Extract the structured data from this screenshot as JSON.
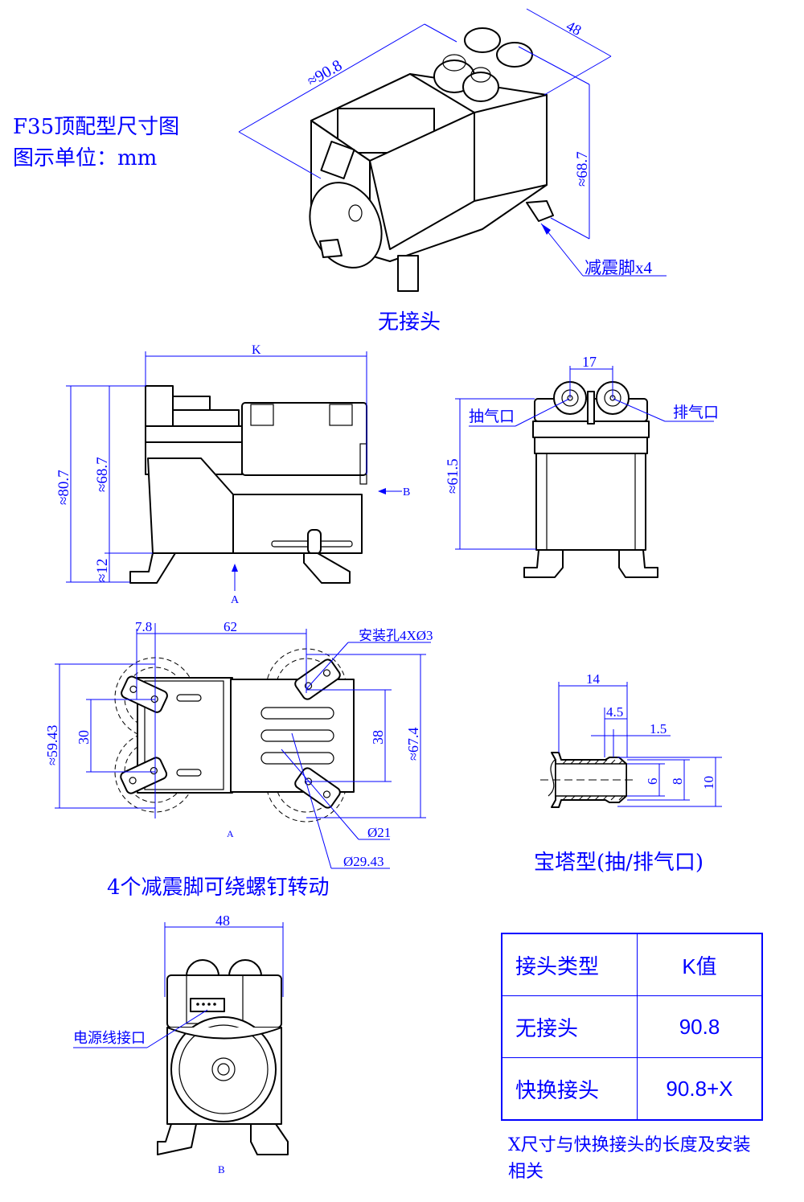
{
  "header": {
    "title": "F35顶配型尺寸图",
    "unit_line": "图示单位：mm"
  },
  "iso_view": {
    "dim_length": "≈90.8",
    "dim_width": "48",
    "dim_height": "≈68.7",
    "feet_label": "减震脚x4",
    "caption": "无接头"
  },
  "side_view": {
    "dim_k": "K",
    "dim_total_height": "≈80.7",
    "dim_body_height": "≈68.7",
    "dim_feet_height": "≈12",
    "arrow_a": "A",
    "arrow_b": "B"
  },
  "front_view": {
    "dim_port_spacing": "17",
    "dim_height": "≈61.5",
    "inlet_label": "抽气口",
    "outlet_label": "排气口"
  },
  "bottom_view": {
    "dim_offset": "7.8",
    "dim_hole_spacing_x": "62",
    "dim_left_holes": "30",
    "dim_right_holes": "38",
    "dim_outer_left": "≈59.43",
    "dim_outer_right": "≈67.4",
    "mount_hole_label": "安装孔4XØ3",
    "dia_inner": "Ø21",
    "dia_outer": "Ø29.43",
    "view_label": "A",
    "caption": "4个减震脚可绕螺钉转动"
  },
  "pagoda_fitting": {
    "dim_length": "14",
    "dim_barb": "4.5",
    "dim_step": "1.5",
    "dim_id": "6",
    "dim_od": "8",
    "dim_barb_od": "10",
    "caption": "宝塔型(抽/排气口)"
  },
  "rear_view": {
    "dim_width": "48",
    "connector_label": "电源线接口",
    "view_label": "B"
  },
  "k_table": {
    "headers": [
      "接头类型",
      "K值"
    ],
    "rows": [
      [
        "无接头",
        "90.8"
      ],
      [
        "快换接头",
        "90.8+X"
      ]
    ],
    "note": "X尺寸与快换接头的长度及安装相关"
  },
  "colors": {
    "annotation": "#0000ff",
    "outline": "#000000"
  }
}
